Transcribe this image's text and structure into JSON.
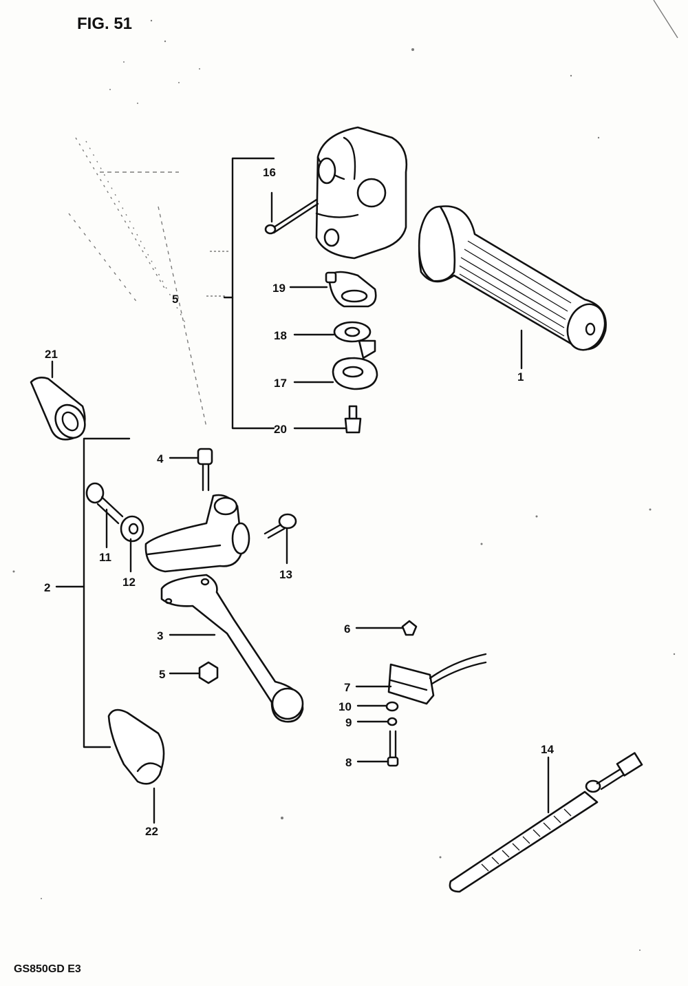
{
  "figure": {
    "title": "FIG. 51",
    "footer": "GS850GD E3"
  },
  "callouts": [
    "1",
    "2",
    "3",
    "4",
    "5",
    "6",
    "7",
    "8",
    "9",
    "10",
    "11",
    "12",
    "13",
    "14",
    "5",
    "16",
    "17",
    "18",
    "19",
    "20",
    "21",
    "22"
  ]
}
